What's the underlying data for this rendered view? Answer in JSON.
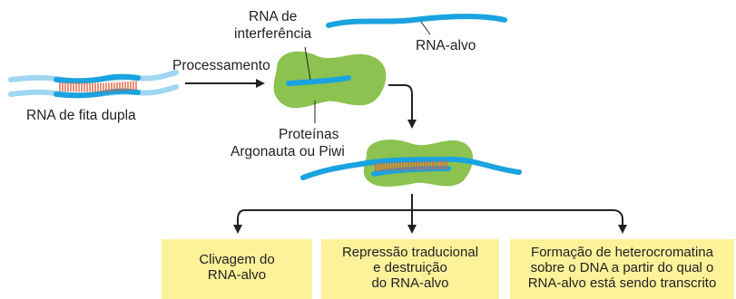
{
  "labels": {
    "interfering_rna_line1": "RNA de",
    "interfering_rna_line2": "interferência",
    "target_rna": "RNA-alvo",
    "processing": "Processamento",
    "dsrna": "RNA de fita dupla",
    "proteins_line1": "Proteínas",
    "proteins_line2": "Argonauta ou Piwi"
  },
  "outcomes": [
    {
      "lines": [
        "Clivagem do",
        "RNA-alvo"
      ]
    },
    {
      "lines": [
        "Repressão traducional",
        "e destruição",
        "do RNA-alvo"
      ]
    },
    {
      "lines": [
        "Formação de heterocromatina",
        "sobre o DNA a partir do qual o",
        "RNA-alvo está sendo transcrito"
      ]
    }
  ],
  "colors": {
    "rna_light": "#9fd6f2",
    "rna_blue": "#1aa3e0",
    "rna_dark_band": "#1c7fbf",
    "rungs": "#e0603a",
    "protein_green": "#8cc24f",
    "box_yellow": "#fdf19a",
    "arrow": "#222222"
  }
}
